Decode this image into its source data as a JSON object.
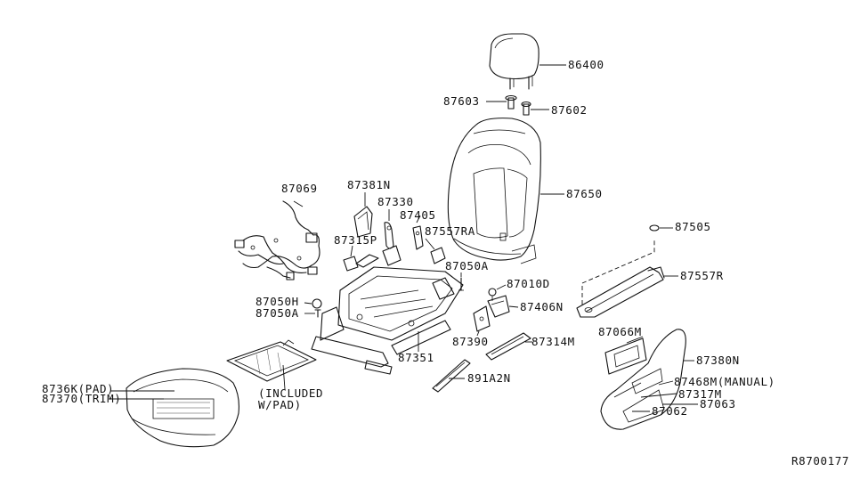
{
  "diagram": {
    "reference_code": "R8700177",
    "labels": {
      "p86400": "86400",
      "p87603": "87603",
      "p87602": "87602",
      "p87650": "87650",
      "p87069": "87069",
      "p87381N": "87381N",
      "p87330": "87330",
      "p87405": "87405",
      "p87557RA": "87557RA",
      "p87315P": "87315P",
      "p87050A_top": "87050A",
      "p87505": "87505",
      "p87557R": "87557R",
      "p87010D": "87010D",
      "p87050H": "87050H",
      "p87050A": "87050A",
      "p87406N": "87406N",
      "p87390": "87390",
      "p87314M": "87314M",
      "p87351": "87351",
      "p87066M": "87066M",
      "p87380N": "87380N",
      "p891A2N": "891A2N",
      "p87361": "8736K(PAD)",
      "p87370": "87370(TRIM)",
      "included_1": "(INCLUDED",
      "included_2": "W/PAD)",
      "p87468M": "87468M(MANUAL)",
      "p87317M": "87317M",
      "p87063": "87063",
      "p87062": "87062"
    }
  }
}
